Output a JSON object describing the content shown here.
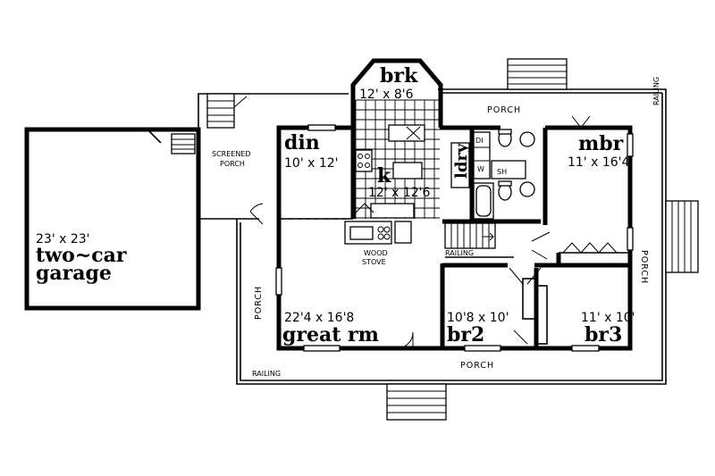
{
  "rooms": {
    "brk": {
      "name": "brk",
      "dim": "12' x 8'6"
    },
    "din": {
      "name": "din",
      "dim": "10' x 12'"
    },
    "k": {
      "name": "k",
      "dim": "12' x 12'6"
    },
    "mbr": {
      "name": "mbr",
      "dim": "11' x 16'4"
    },
    "great": {
      "name": "great rm",
      "dim": "22'4 x 16'8"
    },
    "br2": {
      "name": "br2",
      "dim": "10'8 x 10'"
    },
    "br3": {
      "name": "br3",
      "dim": "11' x 10'"
    },
    "garage": {
      "name1": "two~car",
      "name2": "garage",
      "dim": "23' x 23'"
    },
    "ldry": {
      "name": "ldry"
    }
  },
  "labels": {
    "porch": "PORCH",
    "screened1": "SCREENED",
    "screened2": "PORCH",
    "railing": "RAILING",
    "wood1": "WOOD",
    "wood2": "STOVE",
    "di": "DI",
    "w": "W",
    "sh": "SH"
  }
}
